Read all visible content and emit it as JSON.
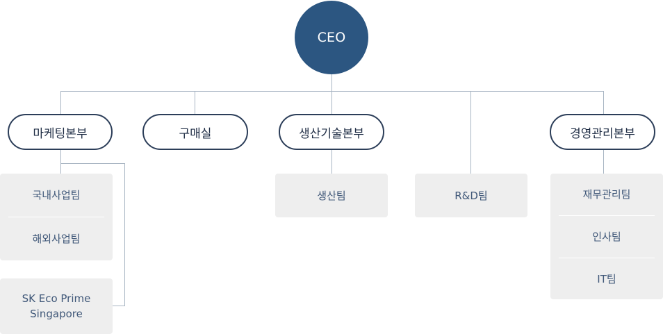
{
  "ceo": {
    "label": "CEO"
  },
  "departments": {
    "marketing": "마케팅본부",
    "purchase": "구매실",
    "production": "생산기술본부",
    "management": "경영관리본부"
  },
  "teams": {
    "marketing": [
      "국내사업팀",
      "해외사업팀"
    ],
    "subsidiary": "SK Eco Prime Singapore",
    "production": [
      "생산팀"
    ],
    "rd": [
      "R&D팀"
    ],
    "management": [
      "재무관리팀",
      "인사팀",
      "IT팀"
    ]
  },
  "colors": {
    "ceo_fill": "#2c5681",
    "dept_border": "#2c3e59",
    "team_fill": "#eeeeee",
    "team_text": "#3f5778",
    "connector": "#a7b4c2"
  }
}
